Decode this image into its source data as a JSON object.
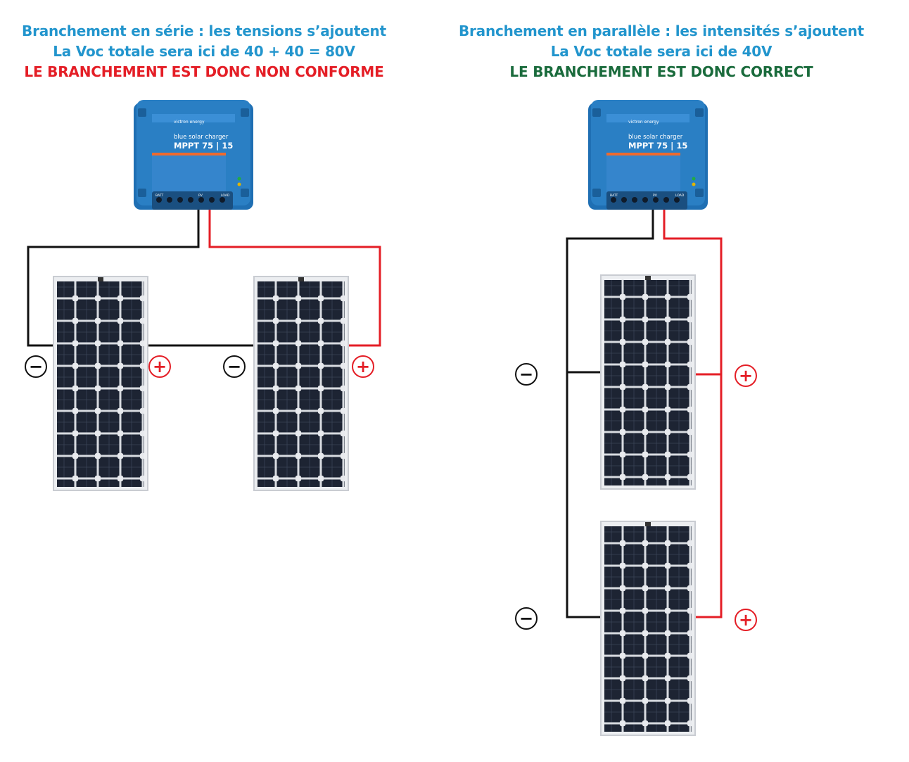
{
  "series_section": {
    "line1": "Branchement en série : les tensions s’ajoutent",
    "line2": "La Voc totale  sera ici de 40 + 40 = 80V",
    "line3": "LE BRANCHEMENT EST DONC NON CONFORME",
    "verdict_color": "#e41e26"
  },
  "parallel_section": {
    "line1": "Branchement en parallèle : les intensités s’ajoutent",
    "line2": "La Voc totale  sera ici de 40V",
    "line3": "LE BRANCHEMENT EST DONC CORRECT",
    "verdict_color": "#1a6b3c"
  },
  "controller": {
    "brand": "victron energy",
    "line1": "blue solar charger",
    "model": "MPPT 75 | 15",
    "terminal_batt": "BATT",
    "terminal_pv": "PV",
    "terminal_load": "LOAD",
    "color": "#2a7fc4"
  },
  "symbols": {
    "minus": "−",
    "plus": "+"
  },
  "colors": {
    "heading_blue": "#2295cd",
    "wire_positive": "#e41e26",
    "wire_negative": "#111111",
    "panel_cell": "#1d2433"
  }
}
